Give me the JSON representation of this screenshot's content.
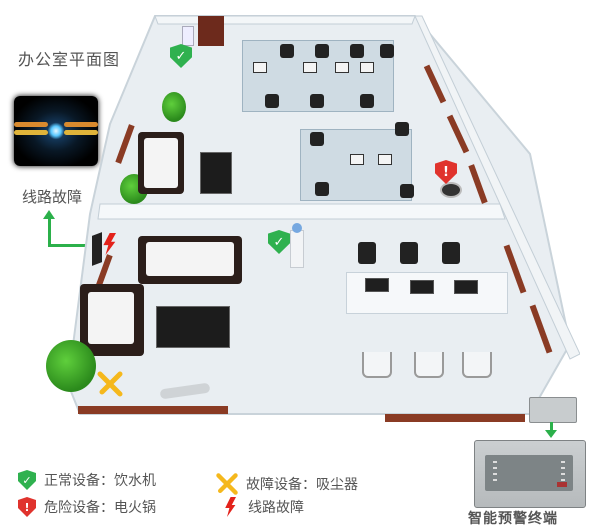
{
  "title": "办公室平面图",
  "fault_callout": {
    "label": "线路故障",
    "image": "broken-wire-spark"
  },
  "markers": {
    "ok_water_dispenser_top": {
      "icon": "shield-check-icon",
      "color": "#2fb14f"
    },
    "ok_water_dispenser_lounge": {
      "icon": "shield-check-icon",
      "color": "#2fb14f"
    },
    "danger_rice_cooker": {
      "icon": "shield-exclamation-icon",
      "color": "#e0332d"
    },
    "wiring_fault": {
      "icon": "lightning-bolt-icon",
      "color": "#e3221b"
    },
    "faulty_vacuum": {
      "icon": "wrench-icon",
      "color": "#f5b81c"
    }
  },
  "device": {
    "label": "智能预警终端"
  },
  "legend": [
    {
      "icon": "shield-check-icon",
      "color": "#2fb14f",
      "symbol": "✓",
      "label": "正常设备：饮水机"
    },
    {
      "icon": "shield-exclamation-icon",
      "color": "#e0332d",
      "symbol": "!",
      "label": "危险设备：电火锅"
    },
    {
      "icon": "wrench-icon",
      "color": "#f5b81c",
      "label": "故障设备：吸尘器"
    },
    {
      "icon": "lightning-bolt-icon",
      "color": "#e3221b",
      "label": "线路故障"
    }
  ],
  "colors": {
    "ok": "#2fb14f",
    "danger": "#e0332d",
    "fault": "#f5b81c",
    "wiring": "#e3221b",
    "arrow": "#2bb04a"
  }
}
